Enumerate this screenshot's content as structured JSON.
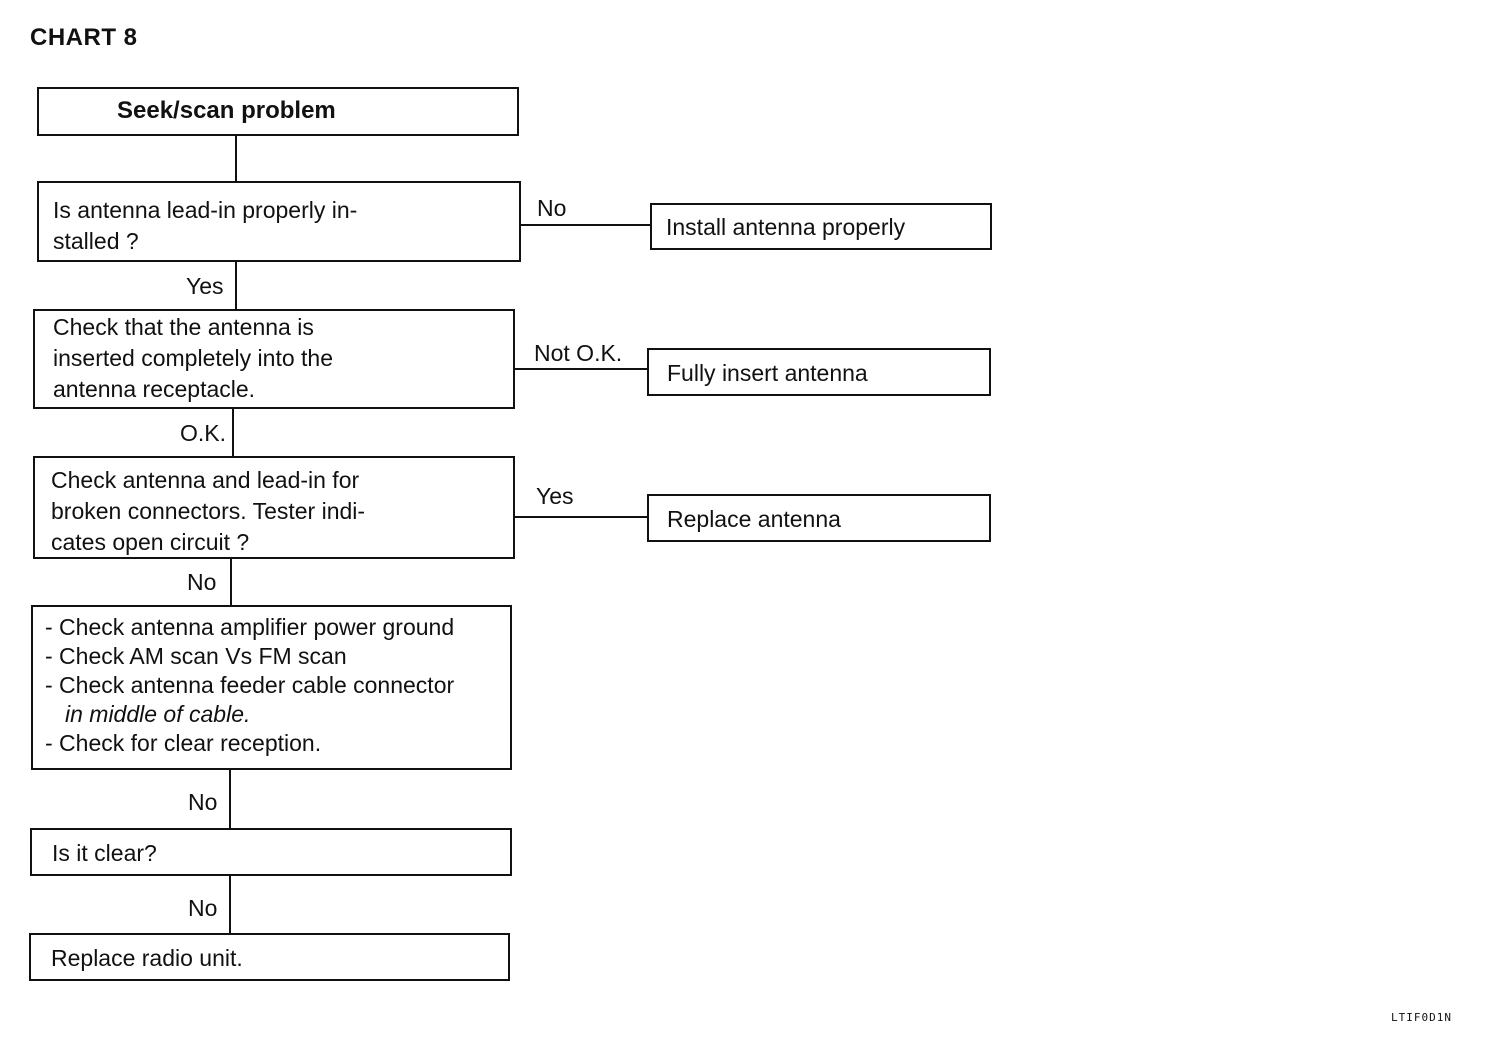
{
  "title": "CHART 8",
  "footer_code": "LTIF0D1N",
  "flowchart": {
    "start": {
      "text": "Seek/scan problem"
    },
    "q1": {
      "lines": [
        "Is antenna lead-in properly in-",
        "stalled ?"
      ]
    },
    "q1_no_label": "No",
    "q1_no_action": "Install antenna properly",
    "q1_yes_label": "Yes",
    "q2": {
      "lines": [
        "Check that the antenna is",
        "inserted completely into the",
        "antenna receptacle."
      ]
    },
    "q2_not_ok_label": "Not O.K.",
    "q2_not_ok_action": "Fully insert antenna",
    "q2_ok_label": "O.K.",
    "q3": {
      "lines": [
        "Check antenna and lead-in for",
        "broken connectors. Tester indi-",
        "cates open circuit ?"
      ]
    },
    "q3_yes_label": "Yes",
    "q3_yes_action": "Replace antenna",
    "q3_no_label": "No",
    "checks": {
      "lines": [
        "- Check antenna amplifier power ground",
        "- Check AM scan Vs FM scan",
        "- Check antenna feeder cable connector",
        "in middle of cable.",
        "- Check for clear reception."
      ]
    },
    "checks_no_label": "No",
    "q4": {
      "text": "Is it clear?"
    },
    "q4_no_label": "No",
    "end": {
      "text": "Replace radio unit."
    }
  }
}
